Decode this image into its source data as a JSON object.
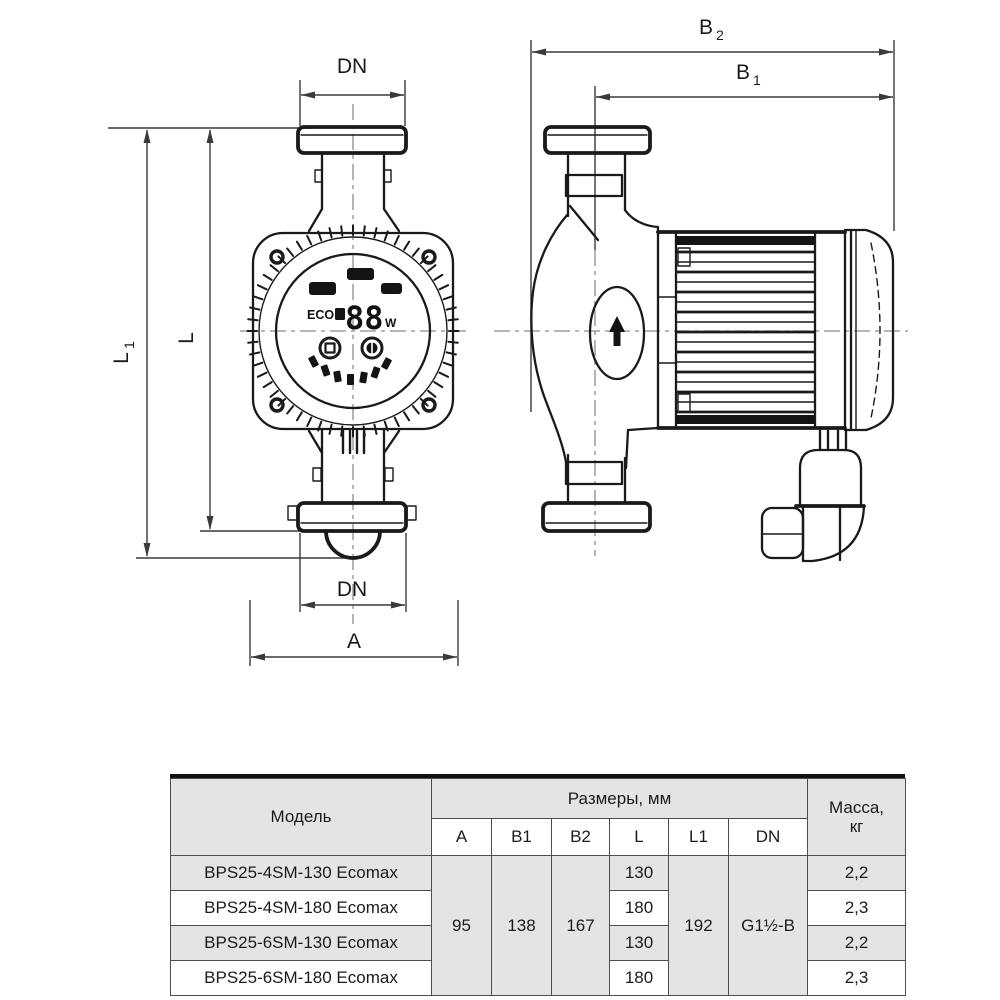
{
  "drawing": {
    "dimension_labels": {
      "dn_top": "DN",
      "dn_bottom": "DN",
      "a": "A",
      "l": "L",
      "l1": {
        "base": "L",
        "sub": "1"
      },
      "b1": {
        "base": "B",
        "sub": "1"
      },
      "b2": {
        "base": "B",
        "sub": "2"
      }
    },
    "pump_display": {
      "eco": "ECO",
      "power": "88",
      "unit": "W"
    }
  },
  "table": {
    "headers": {
      "model": "Модель",
      "dimensions": "Размеры, мм",
      "mass_line1": "Масса,",
      "mass_line2": "кг"
    },
    "sub_headers": [
      "A",
      "B1",
      "B2",
      "L",
      "L1",
      "DN"
    ],
    "shared": {
      "a": "95",
      "b1": "138",
      "b2": "167",
      "l1": "192",
      "dn": "G1½-B"
    },
    "rows": [
      {
        "model": "BPS25-4SM-130 Ecomax",
        "l": "130",
        "mass": "2,2"
      },
      {
        "model": "BPS25-4SM-180 Ecomax",
        "l": "180",
        "mass": "2,3"
      },
      {
        "model": "BPS25-6SM-130 Ecomax",
        "l": "130",
        "mass": "2,2"
      },
      {
        "model": "BPS25-6SM-180 Ecomax",
        "l": "180",
        "mass": "2,3"
      }
    ]
  },
  "colors": {
    "line": "#1a1a1a",
    "centerline": "#8c8c8c",
    "dimension": "#3a3a3a",
    "table_border": "#4d4d4d",
    "table_shade": "#e4e4e4",
    "background": "#ffffff"
  }
}
